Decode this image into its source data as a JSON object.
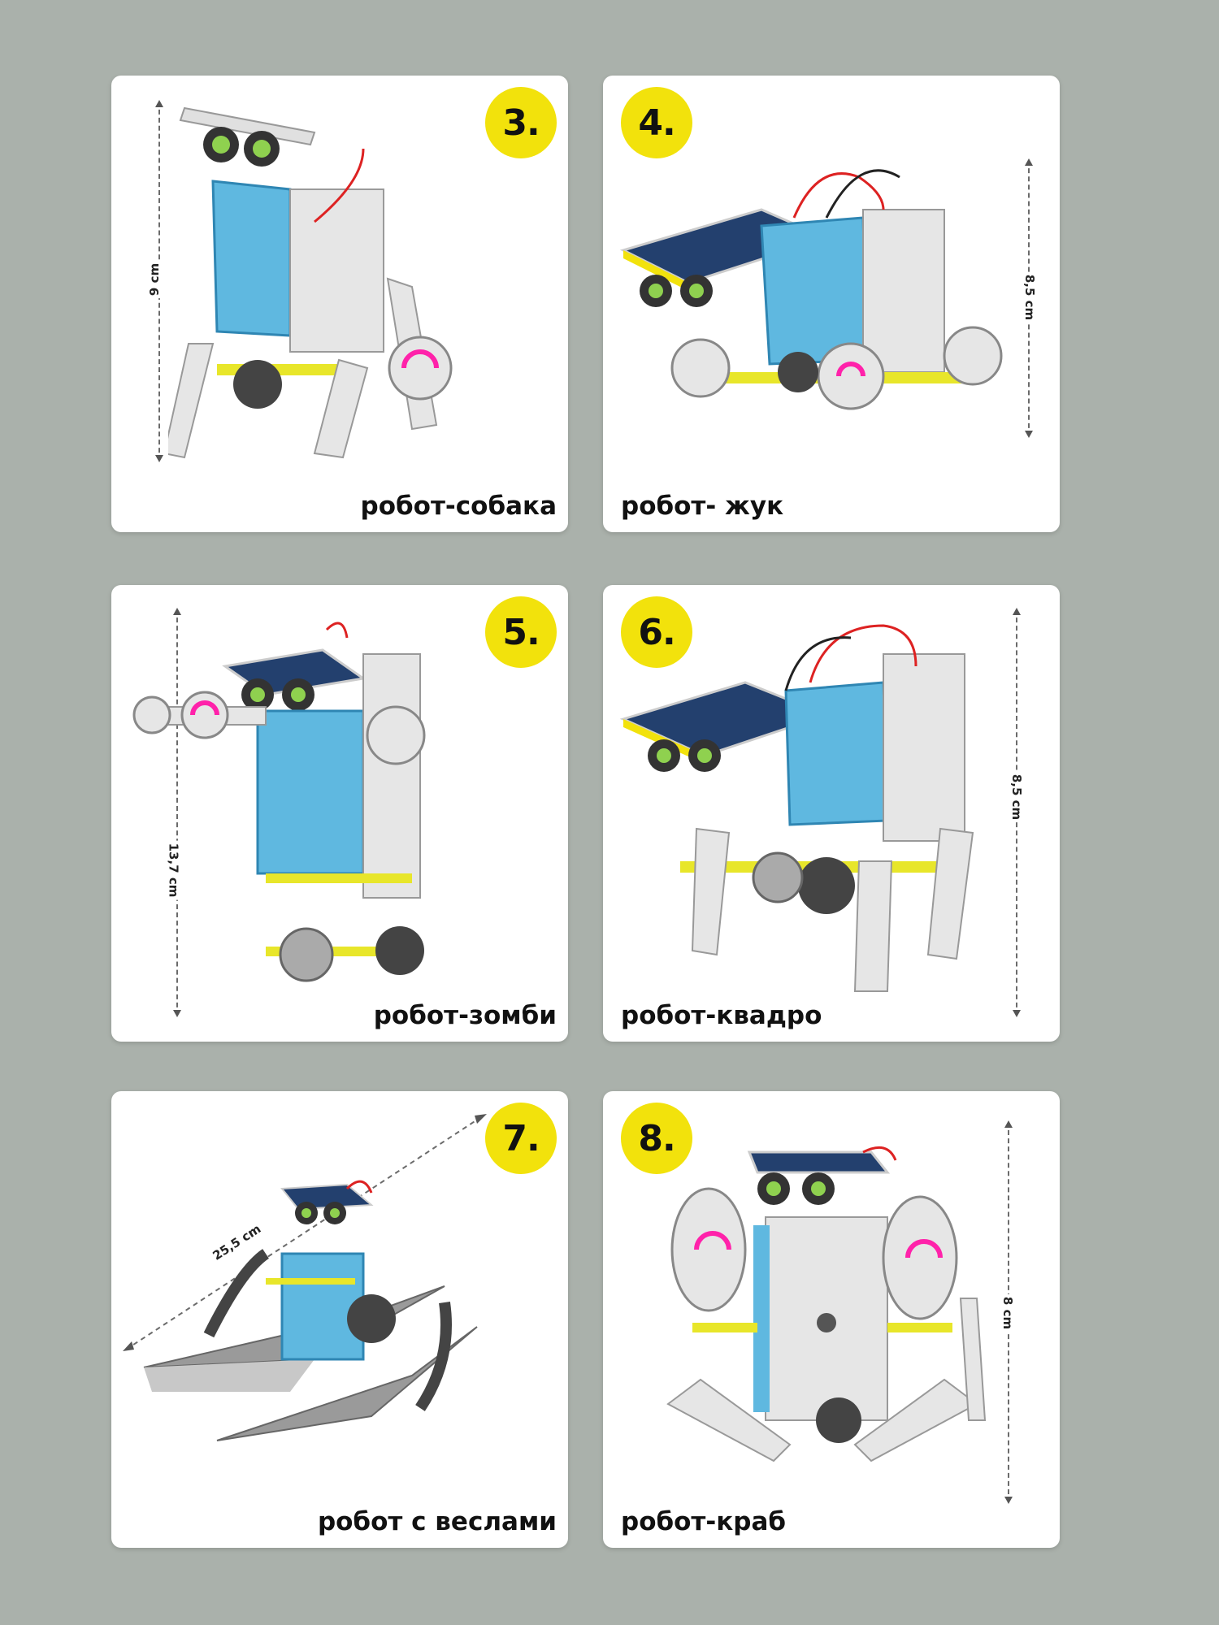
{
  "cards": [
    {
      "number": "3.",
      "caption": "робот-собака",
      "dimension": "9 cm"
    },
    {
      "number": "4.",
      "caption": "робот- жук",
      "dimension": "8,5 cm"
    },
    {
      "number": "5.",
      "caption": "робот-зомби",
      "dimension": "13,7 cm"
    },
    {
      "number": "6.",
      "caption": "робот-квадро",
      "dimension": "8,5 cm"
    },
    {
      "number": "7.",
      "caption": "робот с веслами",
      "dimension": "25,5 cm"
    },
    {
      "number": "8.",
      "caption": "робот-краб",
      "dimension": "8 cm"
    }
  ],
  "colors": {
    "background": "#aab1ab",
    "card": "#ffffff",
    "badge": "#f2e20c",
    "robot_panel": "#5fb8e0",
    "robot_frame": "#e6e6e6",
    "axle": "#e8e62a"
  }
}
